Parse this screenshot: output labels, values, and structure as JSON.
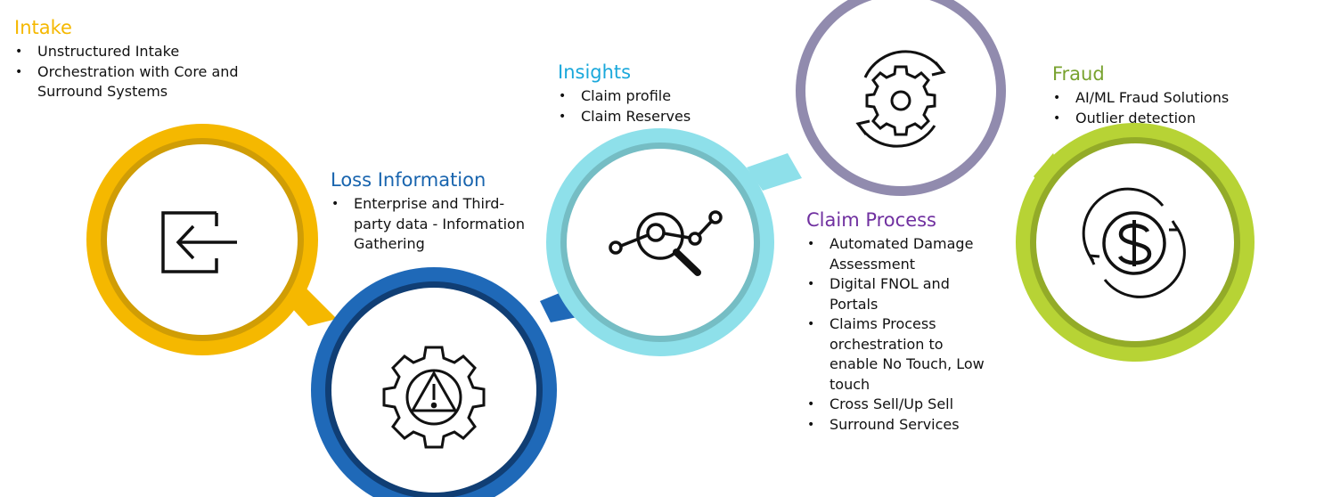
{
  "colors": {
    "intake": "#f5b800",
    "loss": "#1f69b8",
    "insights": "#8ee0ea",
    "process": "#918bae",
    "fraud": "#b7d335"
  },
  "stages": [
    {
      "key": "intake",
      "title": "Intake",
      "title_color": "#f5b800",
      "icon": "sign-in-arrow-icon",
      "items": [
        "Unstructured Intake",
        "Orchestration with Core and Surround Systems"
      ]
    },
    {
      "key": "loss",
      "title": "Loss Information",
      "title_color": "#1864ae",
      "icon": "gear-warning-icon",
      "items": [
        "Enterprise and Third-party data  - Information Gathering"
      ]
    },
    {
      "key": "insights",
      "title": "Insights",
      "title_color": "#1aa8db",
      "icon": "analytics-search-icon",
      "items": [
        "Claim profile",
        "Claim Reserves"
      ]
    },
    {
      "key": "claim",
      "title": "Claim Process",
      "title_color": "#7030a0",
      "icon": "gear-cycle-icon",
      "items": [
        "Automated Damage Assessment",
        "Digital FNOL and Portals",
        "Claims Process orchestration to enable No Touch, Low touch",
        "Cross Sell/Up Sell",
        "Surround Services"
      ]
    },
    {
      "key": "fraud",
      "title": "Fraud",
      "title_color": "#78a22f",
      "icon": "dollar-cycle-icon",
      "items": [
        "AI/ML Fraud Solutions",
        "Outlier detection"
      ]
    }
  ]
}
